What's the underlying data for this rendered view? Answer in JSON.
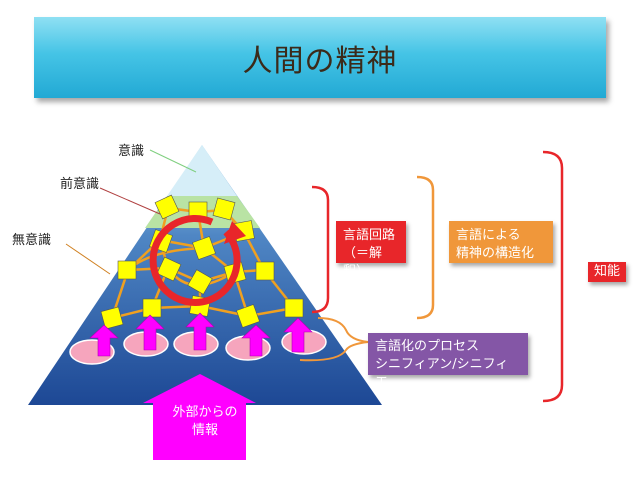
{
  "title": "人間の精神",
  "layers": {
    "conscious": "意識",
    "preconscious": "前意識",
    "unconscious": "無意識"
  },
  "boxes": {
    "language_circuit_line1": "言語回路",
    "language_circuit_line2": "（＝解釈）",
    "structuring_line1": "言語による",
    "structuring_line2": "精神の構造化",
    "process_line1": "言語化のプロセス",
    "process_line2": "シニフィアン/シニフィエ",
    "intelligence": "知能"
  },
  "external_info": {
    "line1": "外部からの",
    "line2": "情報"
  },
  "colors": {
    "pyramid_bottom": "#1f4c9a",
    "pyramid_top": "#9fd1ec",
    "node": "#ffff00",
    "link": "#f0a020",
    "cycle_arrow": "#e8262a",
    "bracket_red": "#e8262a",
    "bracket_orange": "#f0973a",
    "magenta": "#ff00ff"
  }
}
